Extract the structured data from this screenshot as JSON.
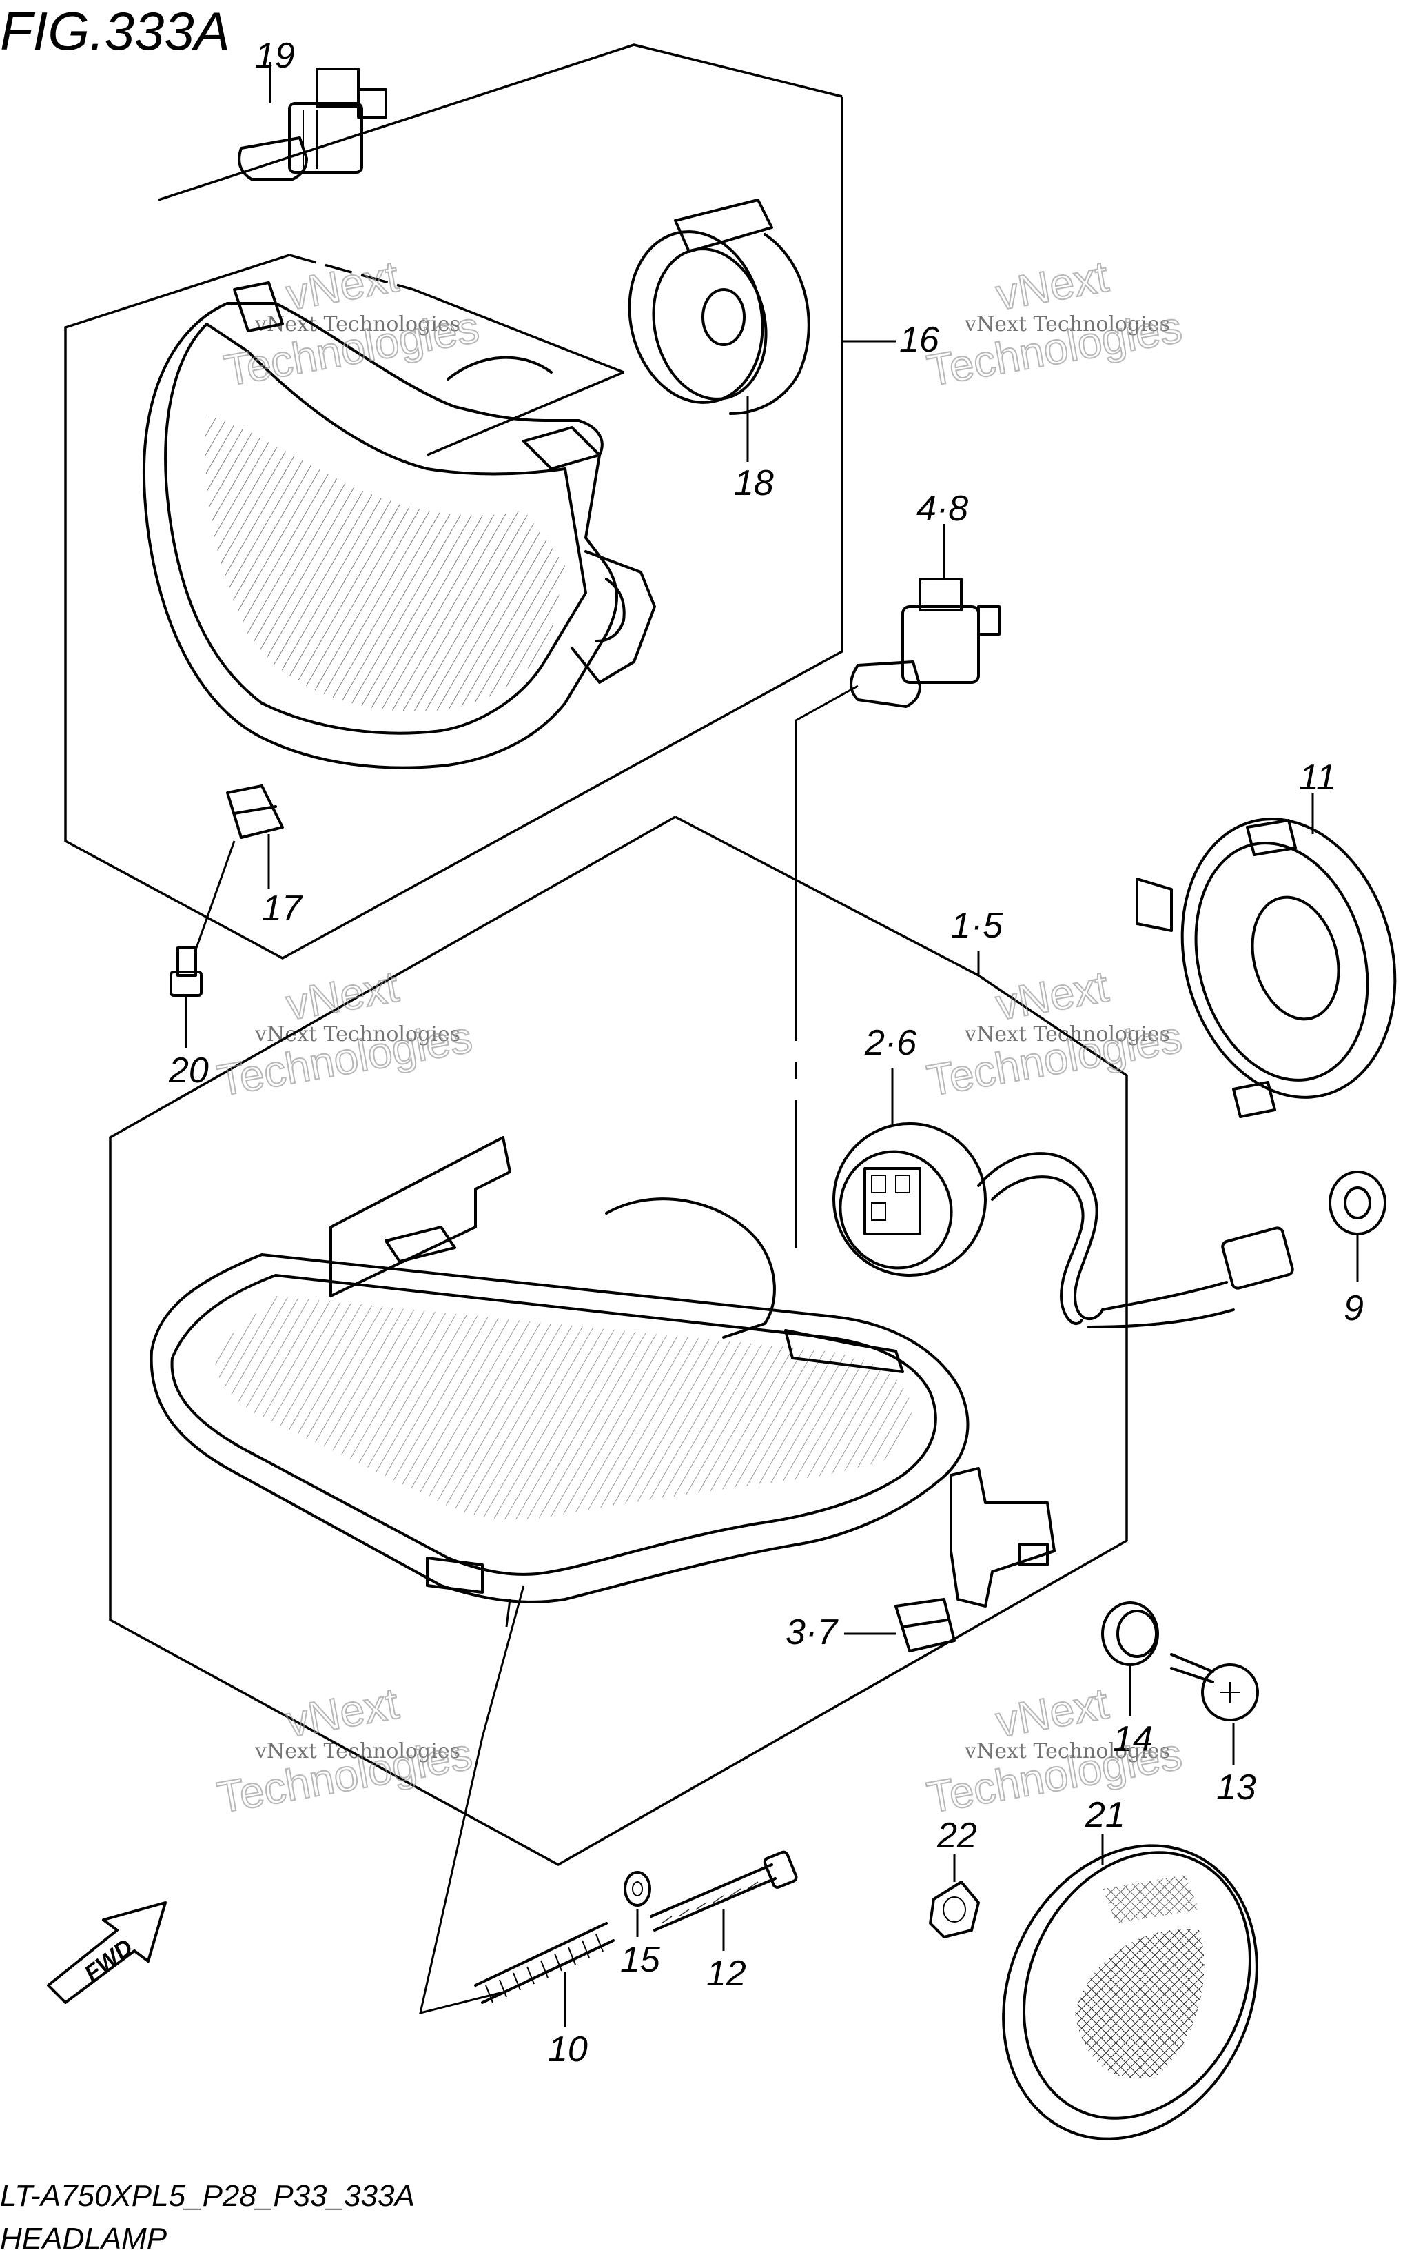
{
  "figure": {
    "title": "FIG.333A",
    "code": "LT-A750XPL5_P28_P33_333A",
    "name": "HEADLAMP",
    "fwd_label": "FWD"
  },
  "watermark": {
    "line1": "vNext Technologies",
    "line2": "vNext",
    "line3": "Technologies"
  },
  "callouts": {
    "c19": "19",
    "c16": "16",
    "c18": "18",
    "c48": "4·8",
    "c11": "11",
    "c17": "17",
    "c15top": "1·5",
    "c20": "20",
    "c26": "2·6",
    "c9": "9",
    "c37": "3·7",
    "c14": "14",
    "c13": "13",
    "c22": "22",
    "c21": "21",
    "c12": "12",
    "c10": "10",
    "c15": "15"
  }
}
